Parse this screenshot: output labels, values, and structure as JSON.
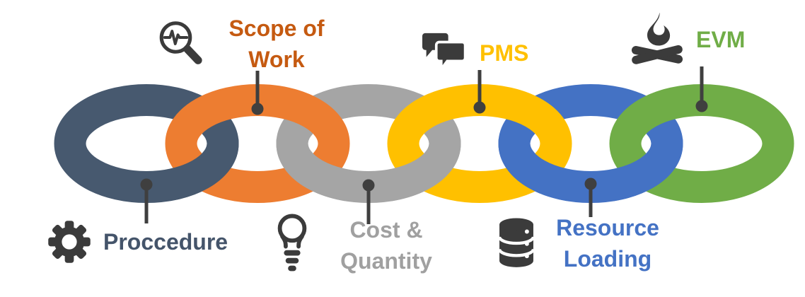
{
  "diagram": {
    "type": "interlocking-chain",
    "background": "#FFFFFF",
    "connector_color": "#3F3F3F",
    "icon_color": "#3B3B3B",
    "links": [
      {
        "id": 1,
        "label": "Proccedure",
        "lines": [
          "Proccedure"
        ],
        "ring_color": "#47596F",
        "text_color": "#44546A",
        "icon": "gear-icon",
        "label_position": "bottom"
      },
      {
        "id": 2,
        "label": "Scope of Work",
        "lines": [
          "Scope of",
          "Work"
        ],
        "ring_color": "#ED7D31",
        "text_color": "#C55A11",
        "icon": "magnifier-pulse-icon",
        "label_position": "top"
      },
      {
        "id": 3,
        "label": "Cost & Quantity",
        "lines": [
          "Cost &",
          "Quantity"
        ],
        "ring_color": "#A5A5A5",
        "text_color": "#A0A0A0",
        "icon": "lightbulb-icon",
        "label_position": "bottom"
      },
      {
        "id": 4,
        "label": "PMS",
        "lines": [
          "PMS"
        ],
        "ring_color": "#FFC000",
        "text_color": "#FFC000",
        "icon": "chat-bubbles-icon",
        "label_position": "top"
      },
      {
        "id": 5,
        "label": "Resource Loading",
        "lines": [
          "Resource",
          "Loading"
        ],
        "ring_color": "#4472C4",
        "text_color": "#4472C4",
        "icon": "database-icon",
        "label_position": "bottom"
      },
      {
        "id": 6,
        "label": "EVM",
        "lines": [
          "EVM"
        ],
        "ring_color": "#70AD47",
        "text_color": "#70AD47",
        "icon": "campfire-icon",
        "label_position": "top"
      }
    ]
  }
}
